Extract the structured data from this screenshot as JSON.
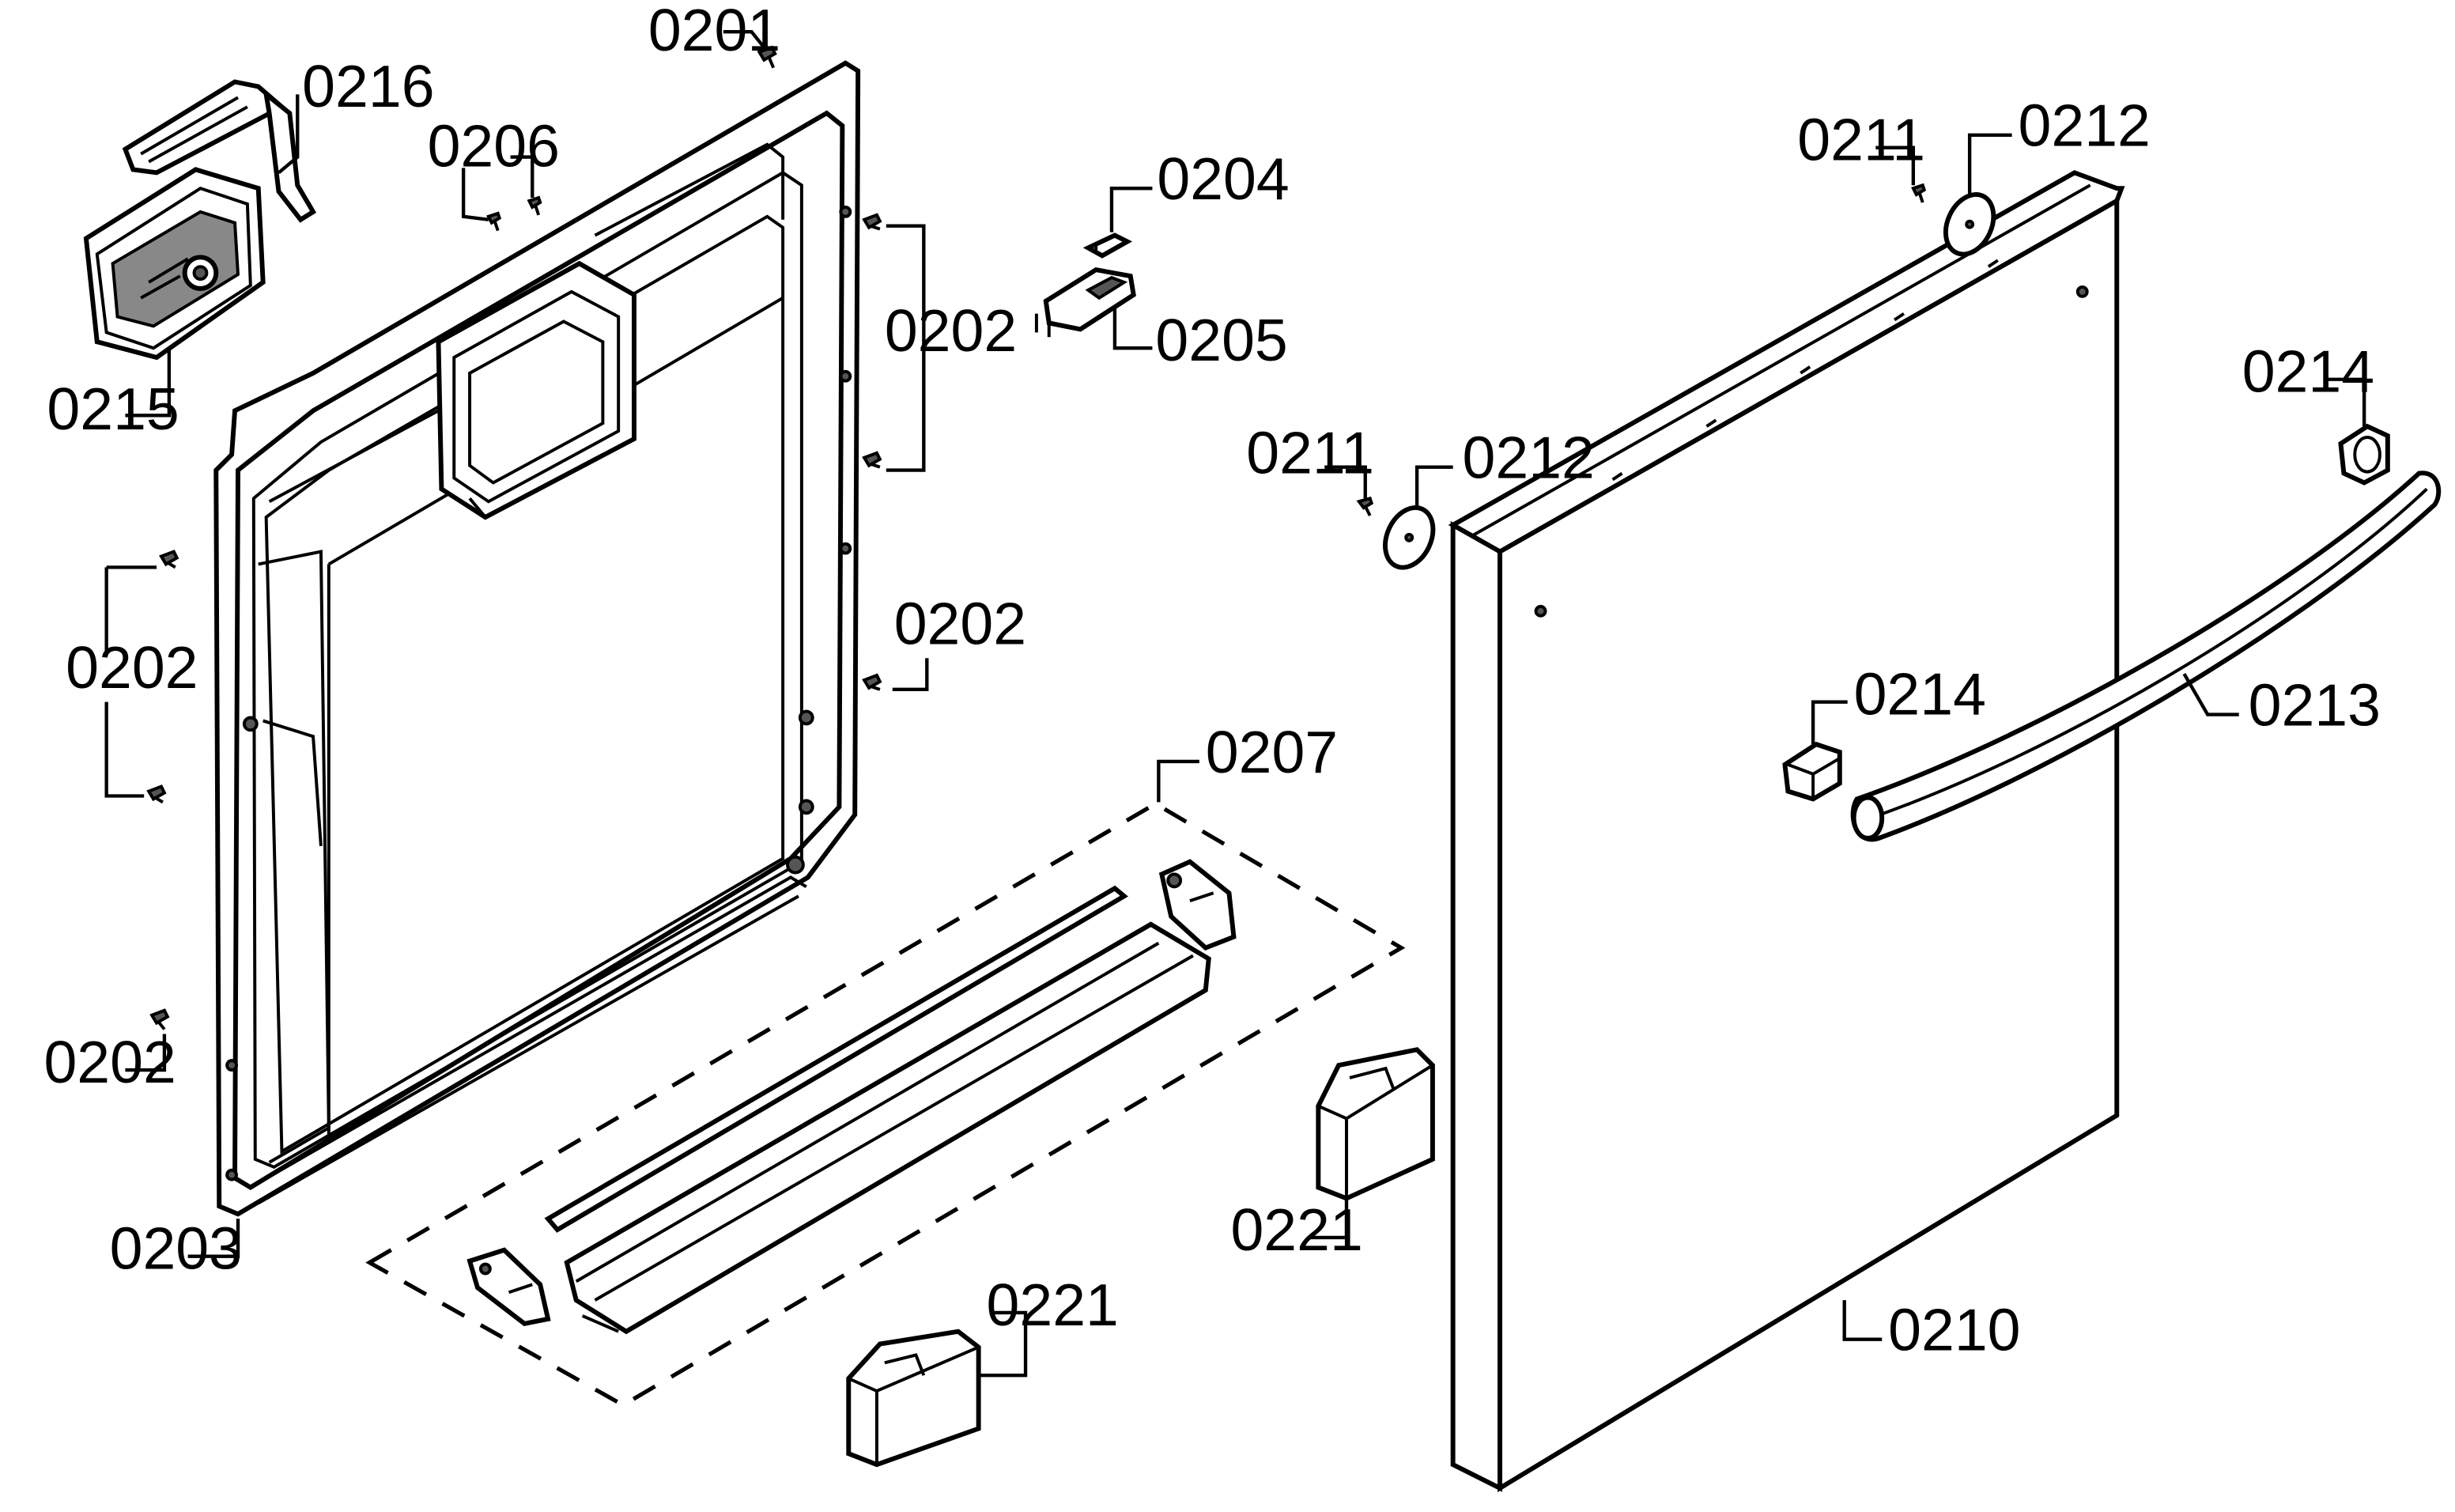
{
  "callouts": [
    {
      "id": "c0201",
      "label": "0201"
    },
    {
      "id": "c0216",
      "label": "0216"
    },
    {
      "id": "c0206",
      "label": "0206"
    },
    {
      "id": "c0215",
      "label": "0215"
    },
    {
      "id": "c0202a",
      "label": "0202"
    },
    {
      "id": "c0202b",
      "label": "0202"
    },
    {
      "id": "c0202c",
      "label": "0202"
    },
    {
      "id": "c0202d",
      "label": "0202"
    },
    {
      "id": "c0203",
      "label": "0203"
    },
    {
      "id": "c0204",
      "label": "0204"
    },
    {
      "id": "c0205",
      "label": "0205"
    },
    {
      "id": "c0207",
      "label": "0207"
    },
    {
      "id": "c0221a",
      "label": "0221"
    },
    {
      "id": "c0221b",
      "label": "0221"
    },
    {
      "id": "c0211a",
      "label": "0211"
    },
    {
      "id": "c0212a",
      "label": "0212"
    },
    {
      "id": "c0211b",
      "label": "0211"
    },
    {
      "id": "c0212b",
      "label": "0212"
    },
    {
      "id": "c0214a",
      "label": "0214"
    },
    {
      "id": "c0214b",
      "label": "0214"
    },
    {
      "id": "c0213",
      "label": "0213"
    },
    {
      "id": "c0210",
      "label": "0210"
    }
  ]
}
